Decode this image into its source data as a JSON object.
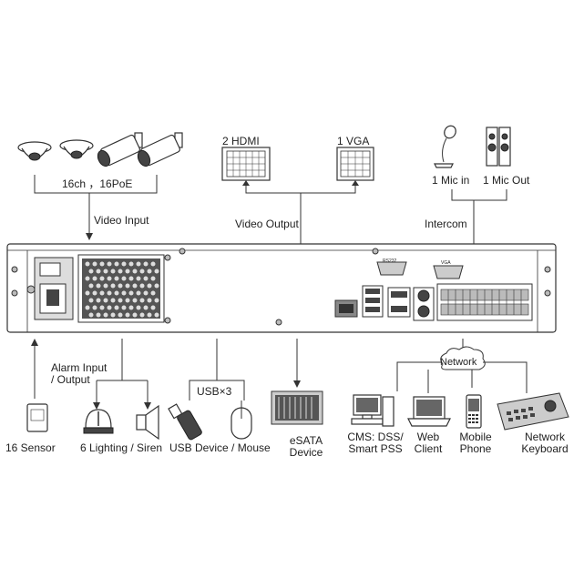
{
  "labels": {
    "cameras": "16ch ，16PoE",
    "video_input": "Video Input",
    "hdmi": "2 HDMI",
    "vga": "1 VGA",
    "video_output": "Video Output",
    "mic_in": "1 Mic in",
    "mic_out": "1 Mic Out",
    "intercom": "Intercom",
    "alarm_line1": "Alarm Input",
    "alarm_line2": "/ Output",
    "sensor": "16 Sensor",
    "lighting_siren": "6 Lighting / Siren",
    "usb_x3": "USB×3",
    "usb_device": "USB Device / Mouse",
    "esata_line1": "eSATA",
    "esata_line2": "Device",
    "network": "Network",
    "cms_line1": "CMS: DSS/",
    "cms_line2": "Smart PSS",
    "web_line1": "Web",
    "web_line2": "Client",
    "mobile_line1": "Mobile",
    "mobile_line2": "Phone",
    "keyboard_line1": "Network",
    "keyboard_line2": "Keyboard",
    "rs232": "RS232",
    "vga_port": "VGA"
  }
}
